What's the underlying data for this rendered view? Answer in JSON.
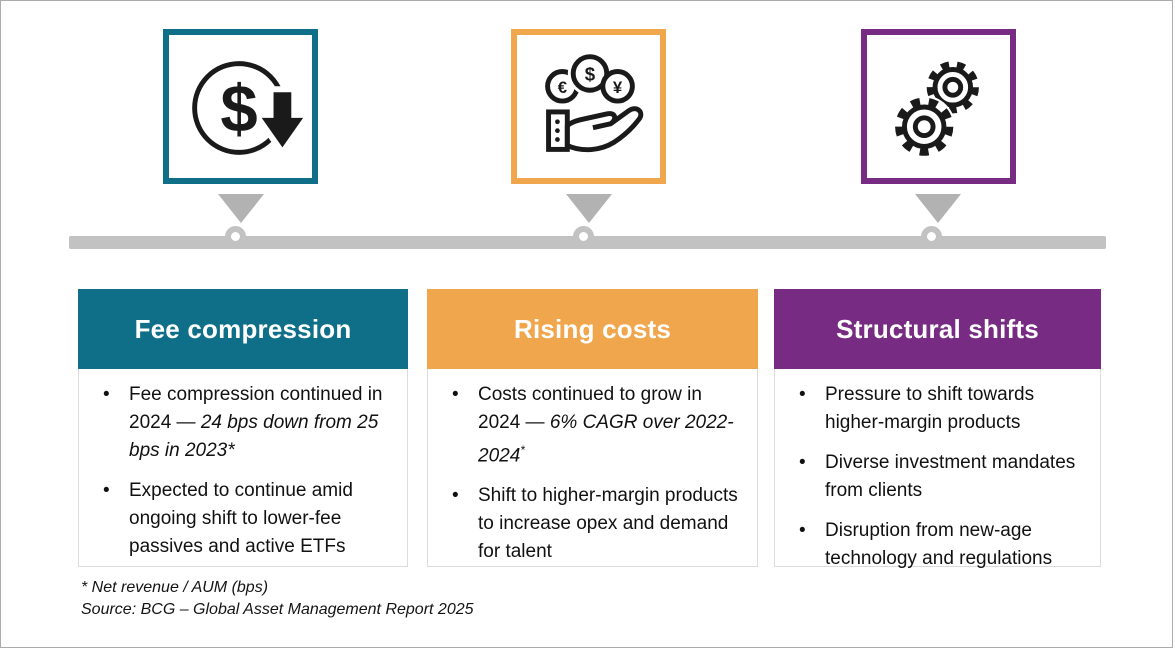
{
  "colors": {
    "teal": "#0f6f88",
    "orange": "#f0a64c",
    "purple": "#772b82",
    "timeline_gray": "#c2c2c2",
    "arrow_gray": "#b2b2b2",
    "body_border": "#dcdcdc",
    "page_border": "#ababab",
    "header_text": "#ffffff",
    "text": "#111111"
  },
  "icon_glyphs": {
    "dollar": "$",
    "euro": "€",
    "yen": "¥"
  },
  "columns": [
    {
      "id": "fee-compression",
      "title": "Fee compression",
      "icon": "dollar-down-icon",
      "bullets": [
        {
          "segments": [
            {
              "text": "Fee compression continued in 2024 — "
            },
            {
              "text": "24 bps down from 25 bps in 2023*",
              "italic": true
            }
          ]
        },
        {
          "segments": [
            {
              "text": "Expected to continue amid ongoing shift to lower-fee passives and active ETFs"
            }
          ]
        }
      ]
    },
    {
      "id": "rising-costs",
      "title": "Rising costs",
      "icon": "hand-currencies-icon",
      "bullets": [
        {
          "segments": [
            {
              "text": "Costs continued to grow in 2024 — "
            },
            {
              "text": "6% CAGR over 2022-2024",
              "italic": true
            },
            {
              "text": "*",
              "italic": true,
              "sup": true
            }
          ]
        },
        {
          "segments": [
            {
              "text": "Shift to higher-margin products to increase opex and demand for talent"
            }
          ]
        }
      ]
    },
    {
      "id": "structural-shifts",
      "title": "Structural shifts",
      "icon": "gears-icon",
      "bullets": [
        {
          "segments": [
            {
              "text": "Pressure to shift towards higher-margin products"
            }
          ]
        },
        {
          "segments": [
            {
              "text": "Diverse investment mandates from clients"
            }
          ]
        },
        {
          "segments": [
            {
              "text": "Disruption from new-age technology and regulations"
            }
          ]
        }
      ]
    }
  ],
  "footnotes": [
    "* Net revenue / AUM (bps)",
    "Source: BCG – Global Asset Management Report 2025"
  ]
}
